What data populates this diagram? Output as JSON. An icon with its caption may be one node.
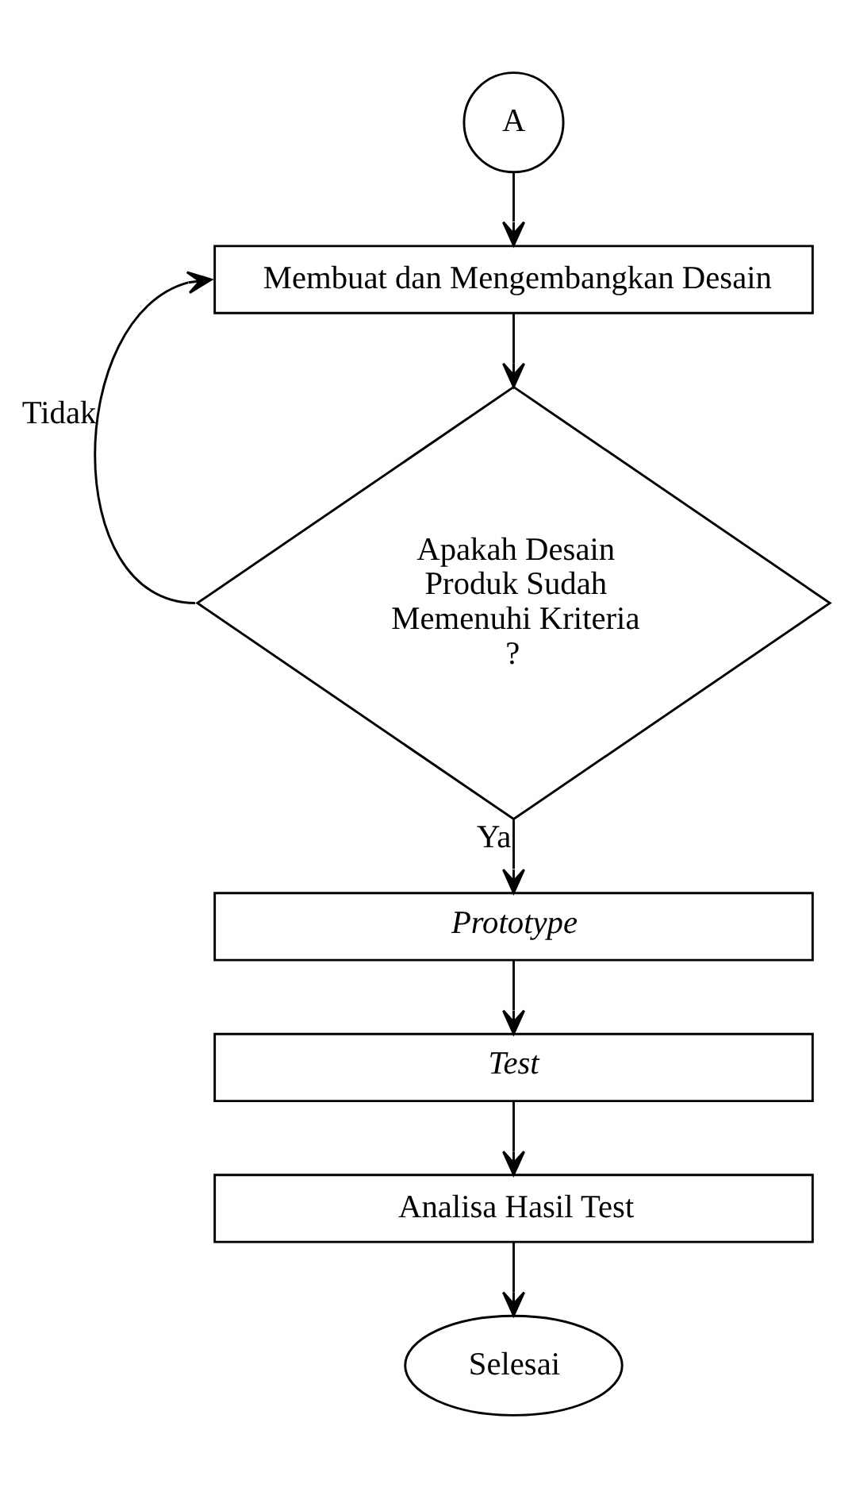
{
  "diagram": {
    "nodes": [
      {
        "text": [
          "A"
        ]
      },
      {
        "text": [
          "Membuat dan Mengembangkan Desain"
        ]
      },
      {
        "text": [
          "Apakah Desain Produk Sudah Memenuhi Kriteria ?"
        ]
      },
      {
        "text": [
          "Prototype"
        ]
      },
      {
        "text": [
          "Test"
        ]
      },
      {
        "text": [
          "Analisa Hasil Test"
        ]
      },
      {
        "text": [
          "Selesai"
        ]
      }
    ],
    "edges": [
      {
        "from": 0,
        "to": 1,
        "arrow": "to"
      },
      {
        "from": 1,
        "to": 2,
        "arrow": "to"
      },
      {
        "from": 2,
        "to": 3,
        "arrow": "to",
        "label": "Ya"
      },
      {
        "from": 3,
        "to": 4,
        "arrow": "to"
      },
      {
        "from": 4,
        "to": 5,
        "arrow": "to"
      },
      {
        "from": 5,
        "to": 6,
        "arrow": "to"
      },
      {
        "from": 2,
        "to": 1,
        "arrow": "to",
        "label": "Tidak"
      }
    ]
  }
}
